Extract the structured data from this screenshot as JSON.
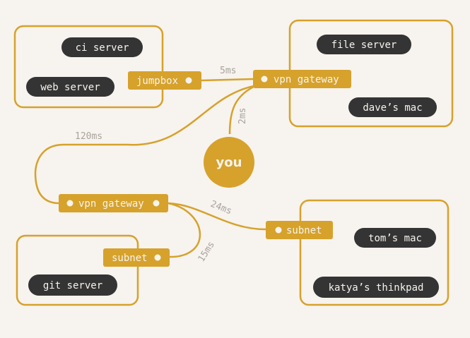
{
  "hosts": {
    "ci_server": "ci server",
    "web_server": "web server",
    "file_server": "file server",
    "daves_mac": "dave’s mac",
    "toms_mac": "tom’s mac",
    "katyas_thinkpad": "katya’s thinkpad",
    "git_server": "git server"
  },
  "gateways": {
    "jumpbox": "jumpbox",
    "vpn_gateway_top": "vpn gateway",
    "vpn_gateway_left": "vpn gateway",
    "subnet_right": "subnet",
    "subnet_left": "subnet"
  },
  "you": "you",
  "latencies": {
    "jumpbox_to_vpn": "5ms",
    "you_to_vpn": "2ms",
    "vpn_to_vpn": "120ms",
    "vpn_to_subnet_right": "24ms",
    "vpn_to_subnet_left": "15ms"
  },
  "colors": {
    "accent": "#d6a22b",
    "dark_pill": "#343434",
    "background": "#f7f3ef",
    "latency_text": "#a9a39c"
  }
}
